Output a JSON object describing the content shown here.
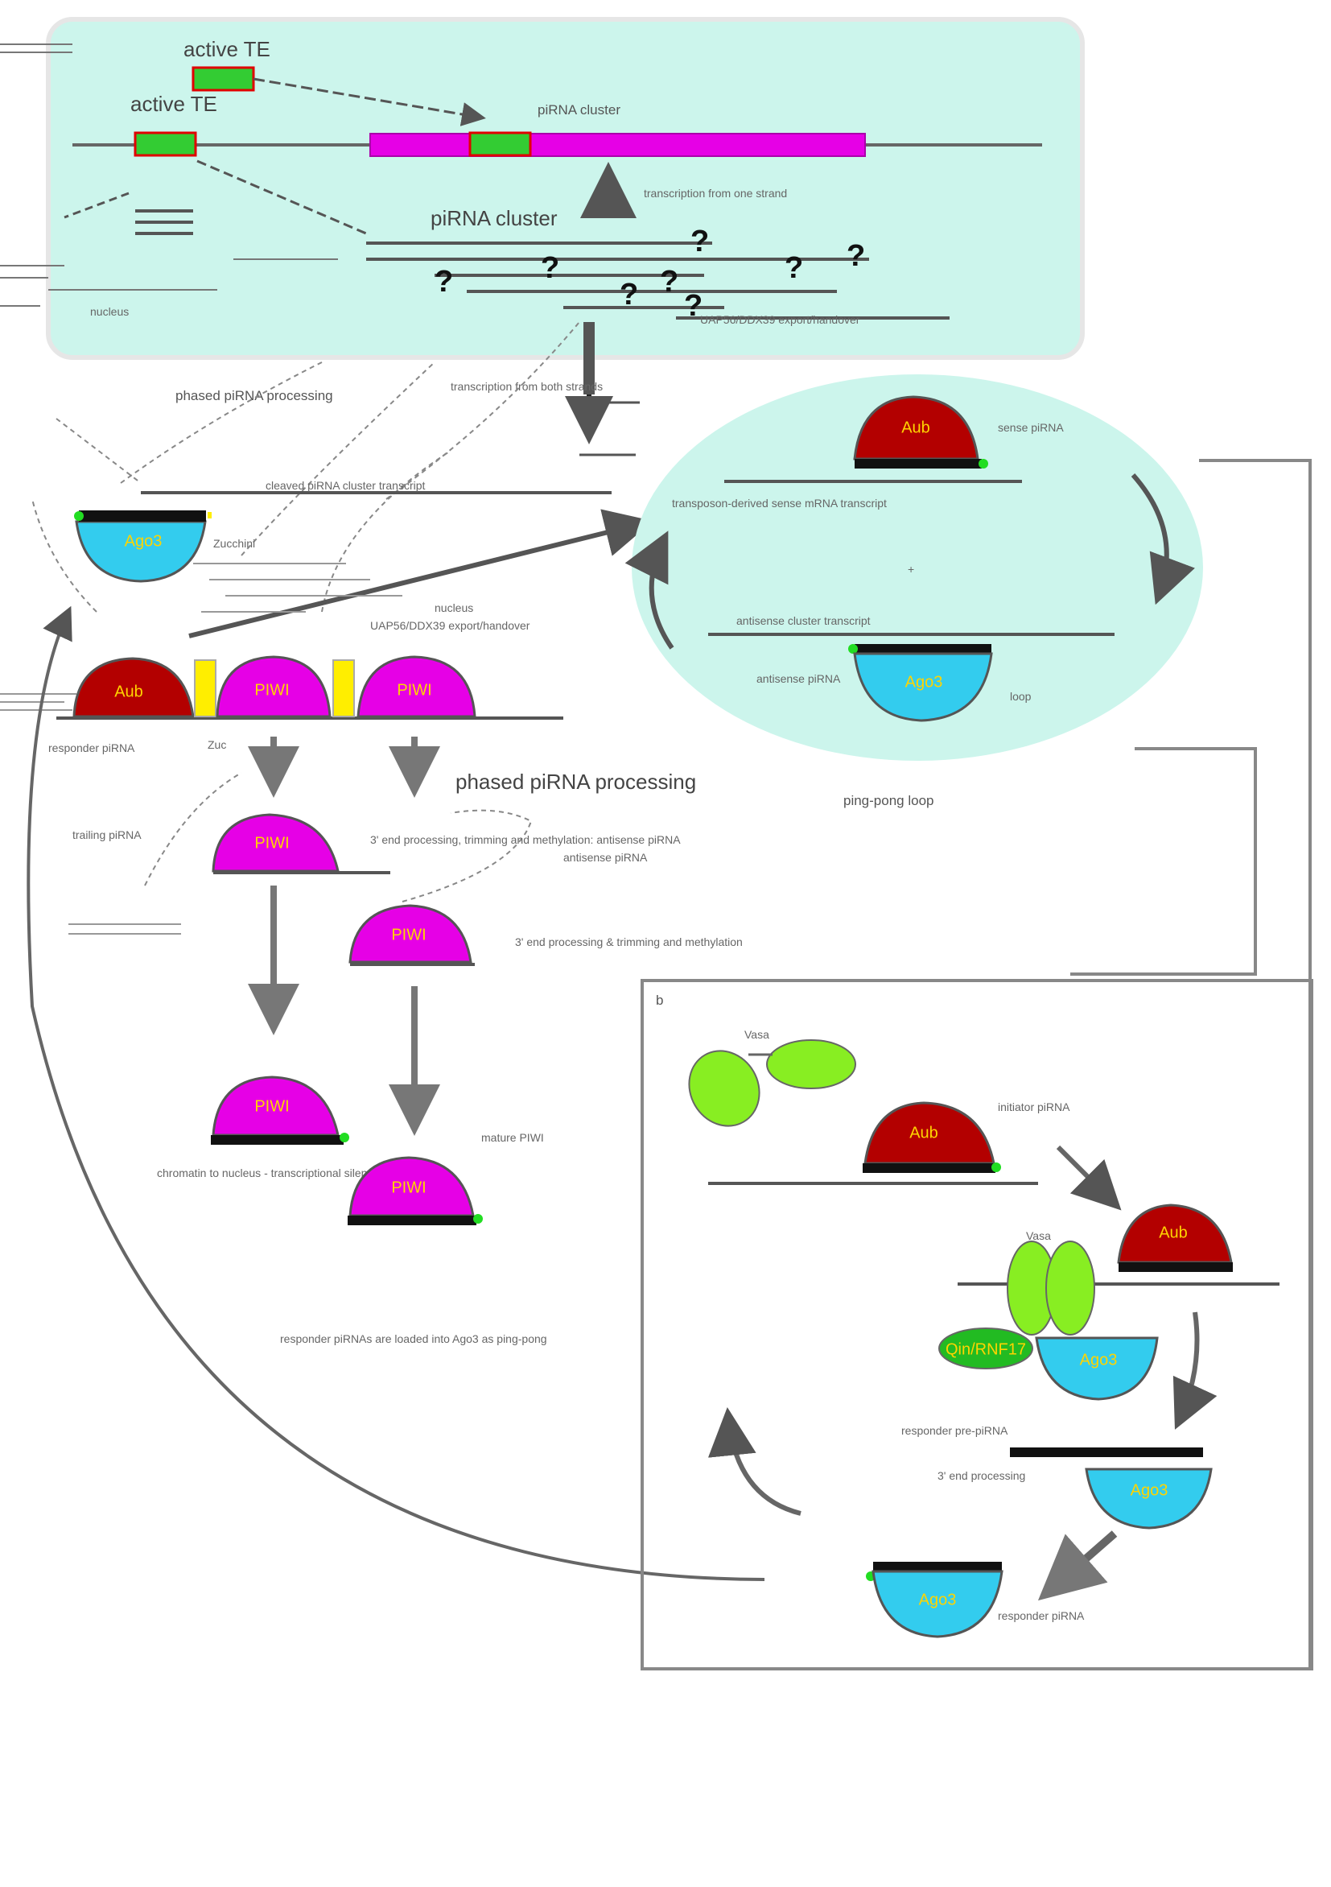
{
  "colors": {
    "aub": "#b30000",
    "piwi": "#e600e6",
    "ago3": "#33ccee",
    "te": "#33cc33",
    "te_border": "#e00000",
    "cluster": "#e600e6",
    "nucleus_fill": "#ccf5ec",
    "helicase": "#88ee22",
    "qin": "#22bb22",
    "connector": "#ffee00",
    "text_on_protein": "#ffd400",
    "line": "#555555"
  },
  "nucleus": {
    "active_te_top": "active TE",
    "active_te_left": "active TE",
    "cluster_title": "piRNA cluster",
    "cluster_label": "piRNA cluster",
    "both_strands": "transcription from both strands",
    "one_strand": "transcription from one strand",
    "export": "UAP56/DDX39 export/handover",
    "nucleus_label": "nucleus",
    "nucleus_label2": "nucleus"
  },
  "phased": {
    "title": "phased piRNA processing",
    "title_large": "phased piRNA processing",
    "cleaved_transcript": "cleaved piRNA cluster transcript",
    "zucchini": "Zucchini",
    "antisense": "3' end processing, trimming and methylation: antisense piRNA",
    "antisense_short": "antisense piRNA",
    "responder": "responder piRNA",
    "trail": "trailing piRNA",
    "three_prime": "3' end processing & trimming and methylation",
    "mature": "mature PIWI",
    "chromatin": "chromatin to nucleus - transcriptional silencing",
    "responder_loop": "responder piRNAs are loaded into Ago3 as ping-pong",
    "zucchini_marker": "Zuc"
  },
  "pingpong": {
    "title": "ping-pong loop",
    "sense": "sense piRNA",
    "antisense_label": "antisense piRNA",
    "transposon_transcript": "transposon-derived sense mRNA transcript",
    "cluster_transcript": "antisense cluster transcript",
    "ago3_label": "Ago3",
    "loop_label": "loop",
    "plus": "+"
  },
  "inset": {
    "panel_letter": "b",
    "helicase_label": "Vasa",
    "initiator": "initiator piRNA",
    "vasa": "Vasa",
    "responder_prepirna": "responder pre-piRNA",
    "end_processing": "3' end processing",
    "responder_pirna": "responder piRNA"
  },
  "proteins": {
    "aub": "Aub",
    "piwi": "PIWI",
    "ago3": "Ago3",
    "qin": "Qin/RNF17"
  }
}
